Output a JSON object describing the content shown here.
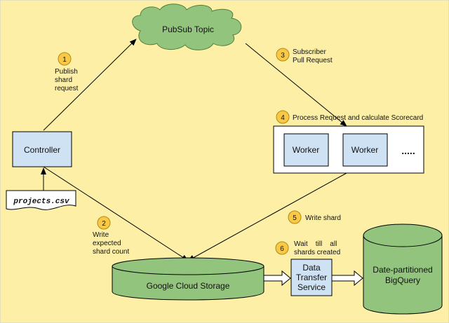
{
  "colors": {
    "background": "#fdf0a6",
    "box_fill": "#cfe2f3",
    "green_fill": "#93c47d",
    "badge_fill": "#f9c846",
    "line": "#000000"
  },
  "nodes": {
    "pubsub": "PubSub Topic",
    "controller": "Controller",
    "csv_file": "projects.csv",
    "worker_1": "Worker",
    "worker_2": "Worker",
    "worker_more": ".....",
    "gcs": "Google Cloud Storage",
    "dts_line1": "Data",
    "dts_line2": "Transfer",
    "dts_line3": "Service",
    "bq_line1": "Date-partitioned",
    "bq_line2": "BigQuery"
  },
  "steps": [
    {
      "num": "1",
      "lines": [
        "Publish",
        "shard",
        "request"
      ]
    },
    {
      "num": "2",
      "lines": [
        "Write",
        "expected",
        "shard count"
      ]
    },
    {
      "num": "3",
      "lines": [
        "Subscriber",
        "Pull Request"
      ]
    },
    {
      "num": "4",
      "lines": [
        "Process Request and calculate Scorecard"
      ]
    },
    {
      "num": "5",
      "lines": [
        "Write shard"
      ]
    },
    {
      "num": "6",
      "lines": [
        "Wait    till    all",
        "shards created"
      ]
    }
  ]
}
